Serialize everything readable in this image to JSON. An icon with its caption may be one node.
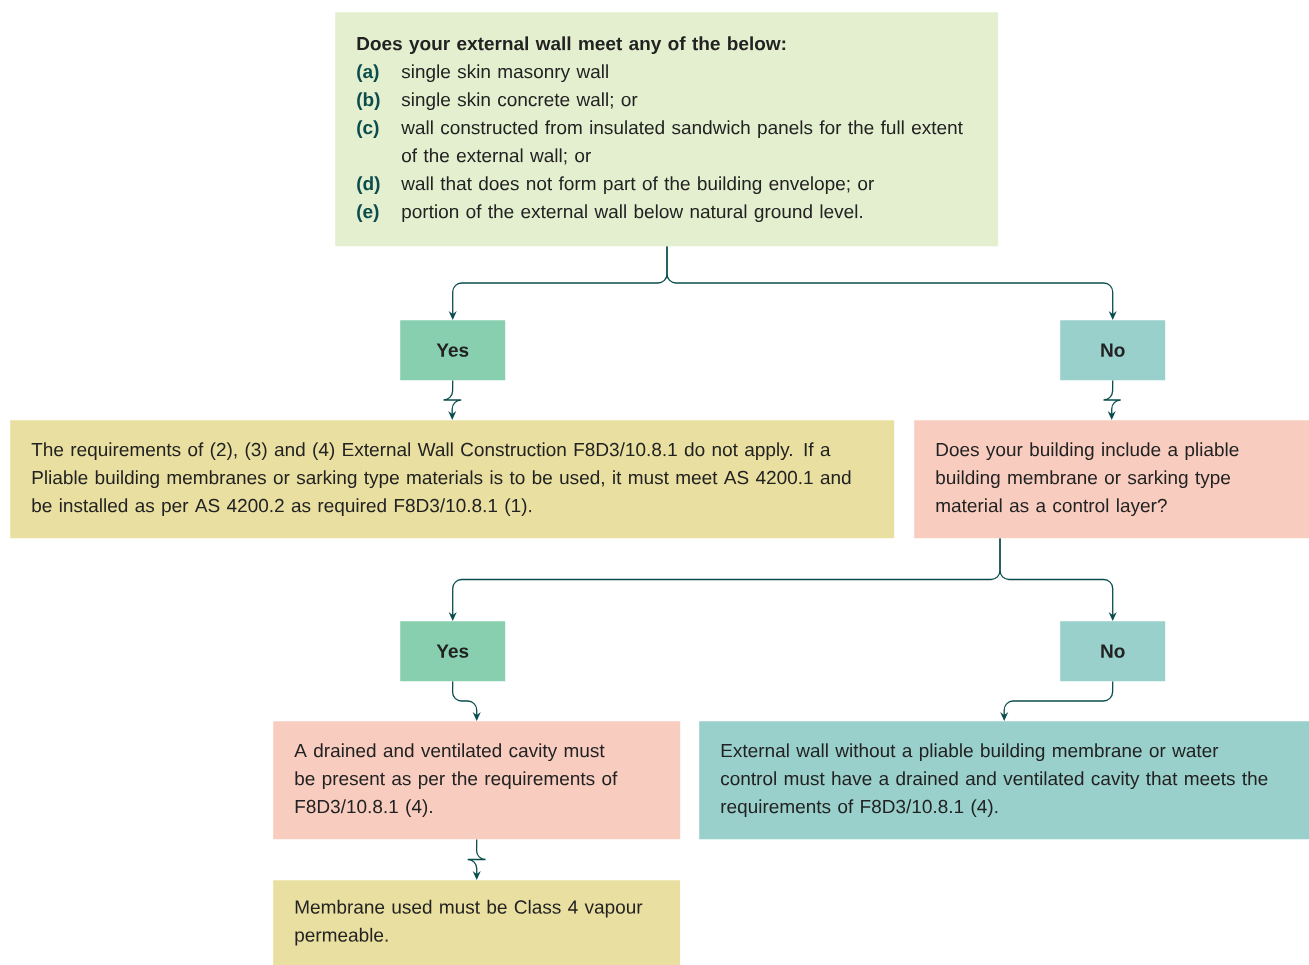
{
  "diagram": {
    "nodes": [
      {
        "text": [
          "Does your external wall meet any of the below:",
          "(a)",
          "single skin masonry wall",
          "(b)",
          "single skin concrete wall; or",
          "(c)",
          "wall constructed from insulated sandwich panels for the full extent of the external wall; or",
          "(d)",
          "wall that does not form part of the building envelope; or",
          "(e)",
          "portion of the external wall below natural ground level."
        ]
      },
      {
        "text": [
          "Yes"
        ]
      },
      {
        "text": [
          "No"
        ]
      },
      {
        "text": [
          "The requirements of (2), (3) and (4) External Wall Construction F8D3/10.8.1 do not apply. If a Pliable building membranes or sarking type materials is to be used, it must meet AS 4200.1 and be installed as per AS 4200.2 as required F8D3/10.8.1 (1)."
        ]
      },
      {
        "text": [
          "Does your building include a pliable building membrane or sarking type material as a control layer?"
        ]
      },
      {
        "text": [
          "Yes"
        ]
      },
      {
        "text": [
          "No"
        ]
      },
      {
        "text": [
          "A drained and ventilated cavity must be present as per the requirements of F8D3/10.8.1 (4)."
        ]
      },
      {
        "text": [
          "External wall without a pliable building membrane or water control must have a drained and ventilated cavity that meets the requirements of F8D3/10.8.1 (4)."
        ]
      },
      {
        "text": [
          "Membrane used must be Class 4 vapour permeable."
        ]
      }
    ],
    "edges": [
      {
        "from": 0,
        "to": 1,
        "arrow": "to"
      },
      {
        "from": 0,
        "to": 2,
        "arrow": "to"
      },
      {
        "from": 1,
        "to": 3,
        "arrow": "to"
      },
      {
        "from": 2,
        "to": 4,
        "arrow": "to"
      },
      {
        "from": 4,
        "to": 5,
        "arrow": "to"
      },
      {
        "from": 4,
        "to": 6,
        "arrow": "to"
      },
      {
        "from": 5,
        "to": 7,
        "arrow": "to"
      },
      {
        "from": 6,
        "to": 8,
        "arrow": "to"
      },
      {
        "from": 7,
        "to": 9,
        "arrow": "to"
      }
    ]
  }
}
